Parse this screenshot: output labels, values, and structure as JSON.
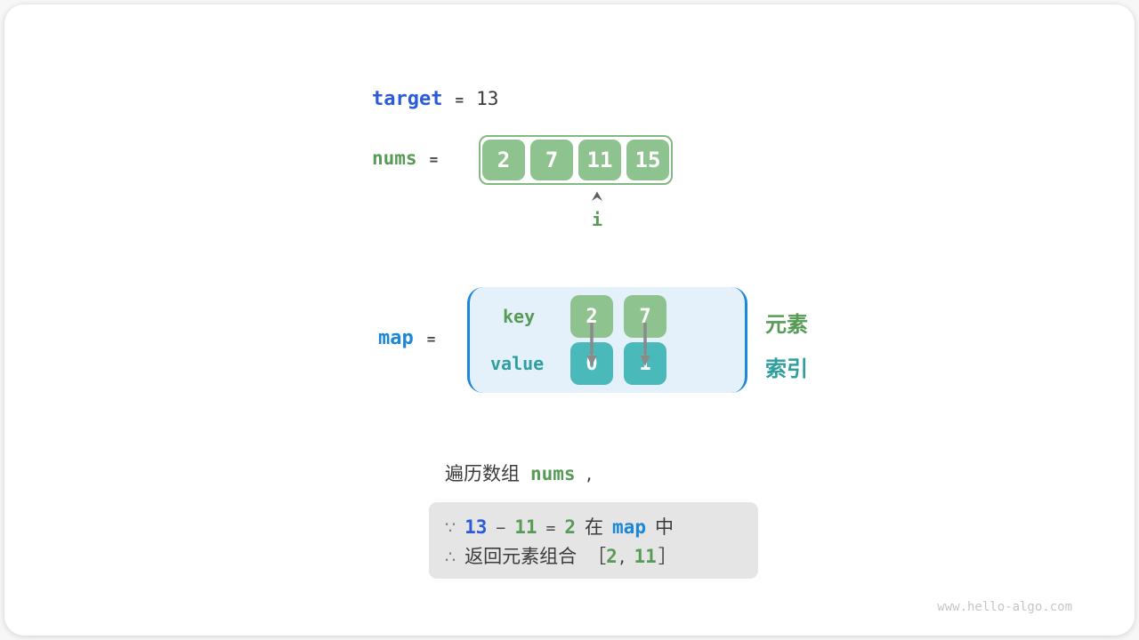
{
  "colors": {
    "royal-blue": "#2b5bd7",
    "sky-blue": "#1b87d9",
    "green-text": "#579b57",
    "teal-text": "#2f9e9e",
    "green-fill": "#8ec28e",
    "green-border": "#82b982",
    "teal-fill": "#49b9b9",
    "map-bg": "#e4f1fb",
    "note-bg": "#e5e5e5",
    "ink": "#3b3b3b",
    "arrow-gray": "#8a8a8a",
    "footer-gray": "#c6c6c6"
  },
  "target": {
    "label": "target",
    "equals": "=",
    "value": "13"
  },
  "nums": {
    "label": "nums",
    "equals": "=",
    "cells": [
      "2",
      "7",
      "11",
      "15"
    ],
    "pointer_label": "i"
  },
  "map": {
    "label": "map",
    "equals": "=",
    "key_label": "key",
    "value_label": "value",
    "keys": [
      "2",
      "7"
    ],
    "values": [
      "0",
      "1"
    ],
    "element_label": "元素",
    "index_label": "索引"
  },
  "caption": {
    "prefix": "遍历数组",
    "code": "nums",
    "comma": ","
  },
  "note": {
    "because": "∵",
    "therefore": "∴",
    "target_value": "13",
    "minus": "−",
    "subtrahend": "11",
    "equals": "=",
    "complement": "2",
    "in_word": "在",
    "map_word": "map",
    "zhong_word": "中",
    "return_text": "返回元素组合",
    "open_bracket": "［",
    "first": "2",
    "comma": ",",
    "second": "11",
    "close_bracket": "］"
  },
  "footer": {
    "url": "www.hello-algo.com"
  }
}
